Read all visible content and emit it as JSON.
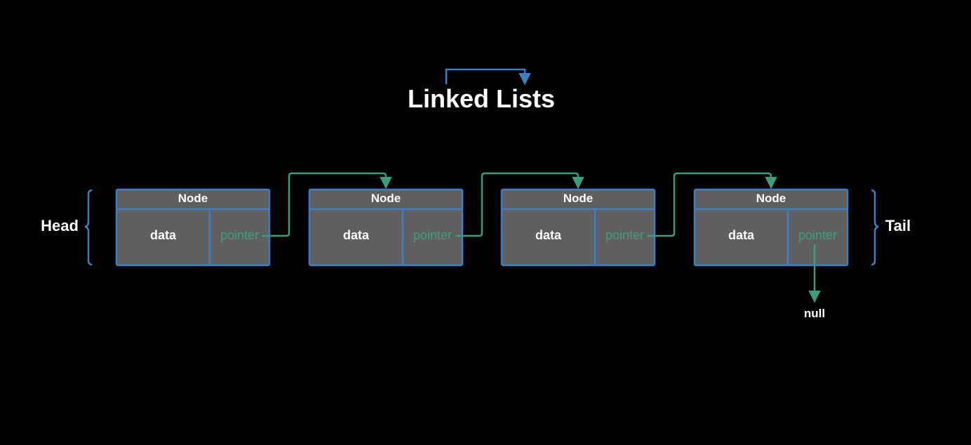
{
  "title": "Linked Lists",
  "head_label": "Head",
  "tail_label": "Tail",
  "null_label": "null",
  "nodes": [
    {
      "header": "Node",
      "data": "data",
      "pointer": "pointer"
    },
    {
      "header": "Node",
      "data": "data",
      "pointer": "pointer"
    },
    {
      "header": "Node",
      "data": "data",
      "pointer": "pointer"
    },
    {
      "header": "Node",
      "data": "data",
      "pointer": "pointer"
    }
  ],
  "colors": {
    "background": "#000000",
    "node_fill": "#5f5f5f",
    "node_border": "#3d7fc1",
    "pointer_text": "#3f9c7a",
    "pointer_arrow": "#3f9c7a",
    "brace": "#3d7fc1",
    "title_arrow": "#3d7fc1",
    "text": "#ffffff"
  }
}
